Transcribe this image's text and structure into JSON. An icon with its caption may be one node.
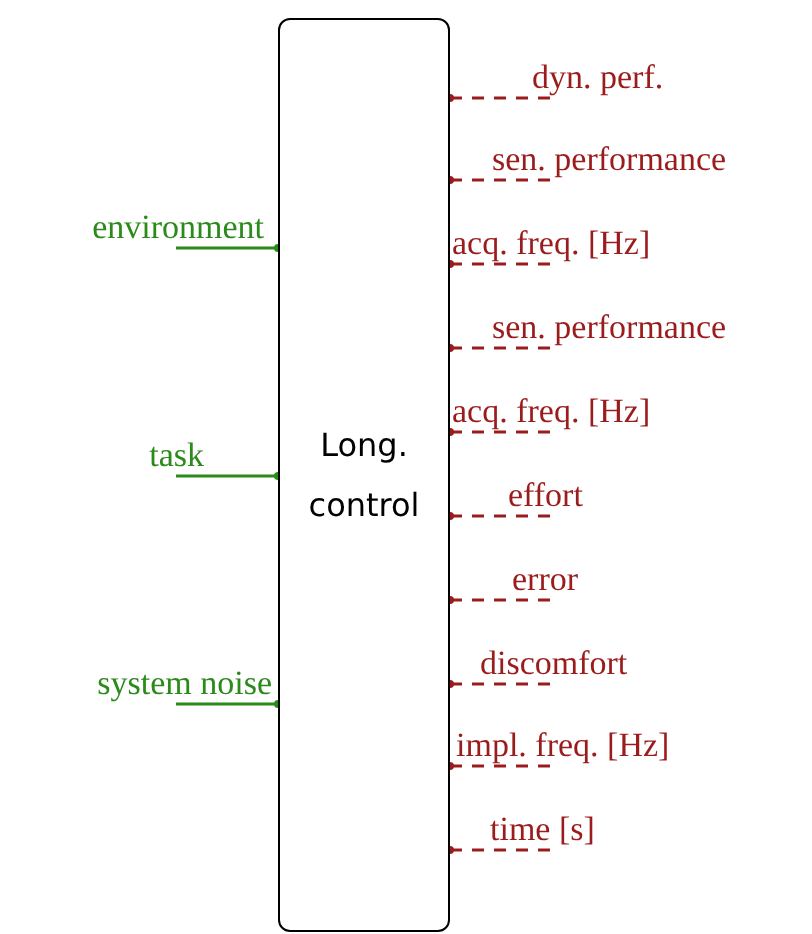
{
  "diagram": {
    "nodes": [
      {
        "text": [
          "Long. control"
        ]
      },
      {
        "text": [
          "environment"
        ]
      },
      {
        "text": [
          "task"
        ]
      },
      {
        "text": [
          "system noise"
        ]
      },
      {
        "text": [
          "dyn. perf."
        ]
      },
      {
        "text": [
          "sen. performance"
        ]
      },
      {
        "text": [
          "acq. freq. [Hz]"
        ]
      },
      {
        "text": [
          "sen. performance"
        ]
      },
      {
        "text": [
          "acq. freq. [Hz]"
        ]
      },
      {
        "text": [
          "effort"
        ]
      },
      {
        "text": [
          "error"
        ]
      },
      {
        "text": [
          "discomfort"
        ]
      },
      {
        "text": [
          "impl. freq. [Hz]"
        ]
      },
      {
        "text": [
          "time [s]"
        ]
      }
    ],
    "edges": [
      {
        "from": 1,
        "to": 0,
        "arrow": "other",
        "color": "#2a8a1a"
      },
      {
        "from": 2,
        "to": 0,
        "arrow": "other",
        "color": "#2a8a1a"
      },
      {
        "from": 3,
        "to": 0,
        "arrow": "other",
        "color": "#2a8a1a"
      },
      {
        "from": 0,
        "to": 4,
        "arrow": "other",
        "style": "dashed"
      },
      {
        "from": 0,
        "to": 5,
        "arrow": "other",
        "style": "dashed"
      },
      {
        "from": 0,
        "to": 6,
        "arrow": "other",
        "style": "dashed"
      },
      {
        "from": 0,
        "to": 7,
        "arrow": "other",
        "style": "dashed"
      },
      {
        "from": 0,
        "to": 8,
        "arrow": "other",
        "style": "dashed"
      },
      {
        "from": 0,
        "to": 9,
        "arrow": "other",
        "style": "dashed"
      },
      {
        "from": 0,
        "to": 10,
        "arrow": "other",
        "style": "dashed"
      },
      {
        "from": 0,
        "to": 11,
        "arrow": "other",
        "style": "dashed"
      },
      {
        "from": 0,
        "to": 12,
        "arrow": "other",
        "style": "dashed"
      },
      {
        "from": 0,
        "to": 13,
        "arrow": "other",
        "style": "dashed"
      }
    ]
  }
}
